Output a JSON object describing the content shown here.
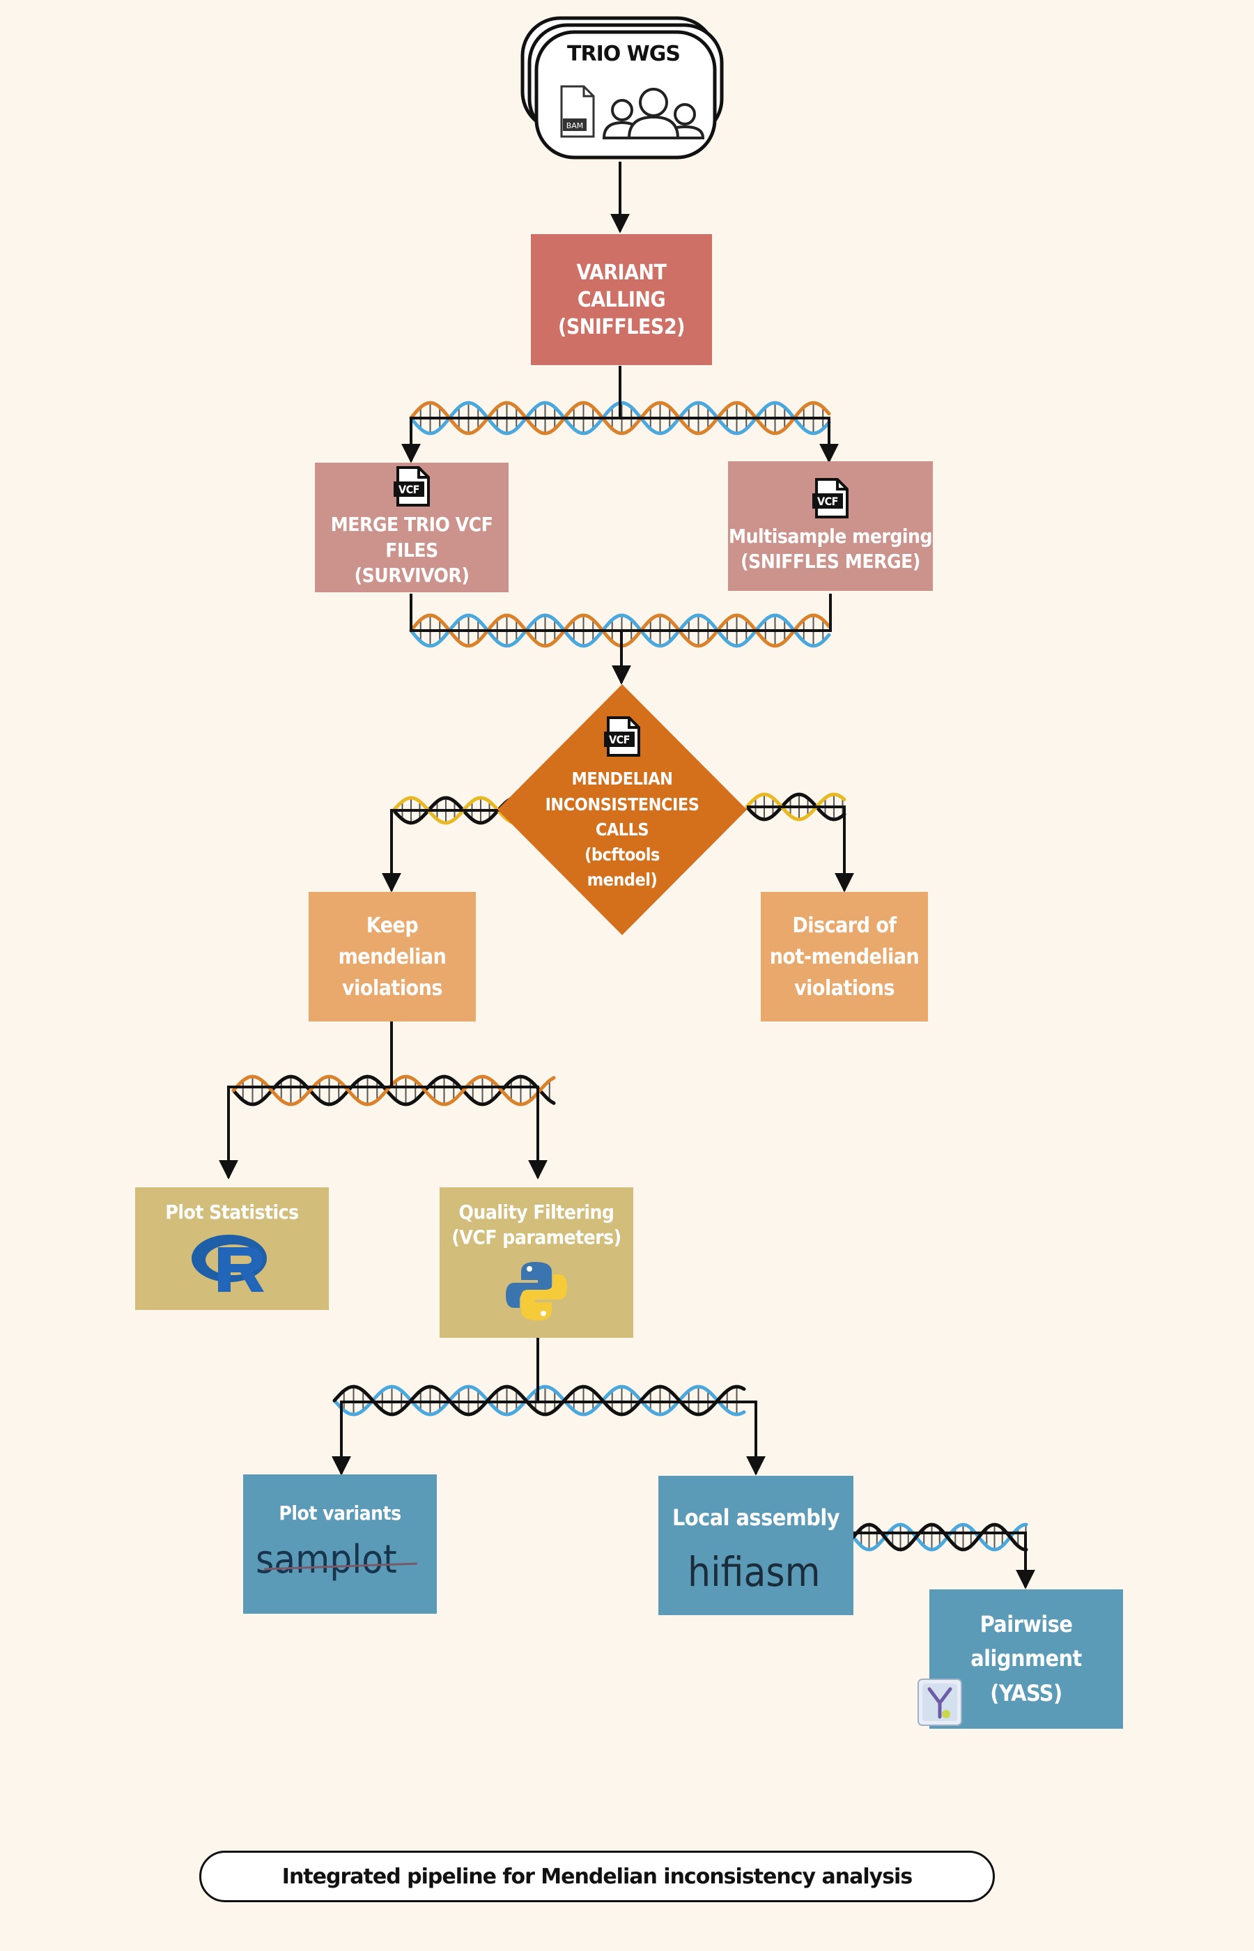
{
  "input": {
    "title": "TRIO WGS",
    "bam_label": "BAM",
    "input_icon": "bam-file-icon",
    "group_icon": "people-group-icon"
  },
  "variant_calling": {
    "label": "VARIANT CALLING\n(SNIFFLES2)",
    "color": "#cf7066"
  },
  "merge_survivor": {
    "label": "MERGE TRIO VCF FILES\n(SURVIVOR)",
    "icon_text": "VCF",
    "color": "#cc938c"
  },
  "merge_sniffles": {
    "label": "Multisample merging\n(SNIFFLES MERGE)",
    "icon_text": "VCF",
    "color": "#cc938c"
  },
  "mendelian_calls": {
    "label": "MENDELIAN\nINCONSISTENCIES\nCALLS\n(bcftools\nmendel)",
    "icon_text": "VCF",
    "color": "#d46f1b"
  },
  "keep": {
    "label": "Keep\nmendelian\nviolations",
    "color": "#eaa96c"
  },
  "discard": {
    "label": "Discard of\nnot-mendelian\nviolations",
    "color": "#eaa96c"
  },
  "plot_stats": {
    "label": "Plot Statistics",
    "logo": "r-logo-icon",
    "color": "#d2bd7b"
  },
  "quality_filter": {
    "label": "Quality Filtering\n(VCF parameters)",
    "logo": "python-logo-icon",
    "color": "#d2bd7b"
  },
  "plot_variants": {
    "label": "Plot variants",
    "logo_text": "samplot",
    "color": "#5b9bb8"
  },
  "local_assembly": {
    "label": "Local assembly",
    "logo_text": "hifiasm",
    "color": "#5b9bb8"
  },
  "pairwise": {
    "label": "Pairwise\nalignment\n(YASS)",
    "logo": "yass-logo-icon",
    "color": "#5b9bb8"
  },
  "caption": "Integrated pipeline for Mendelian inconsistency analysis",
  "colors": {
    "dna_blue": "#4aa8dc",
    "dna_orange": "#d9822b",
    "dna_yellow": "#e8b923",
    "dna_black": "#111111",
    "line": "#111111"
  }
}
